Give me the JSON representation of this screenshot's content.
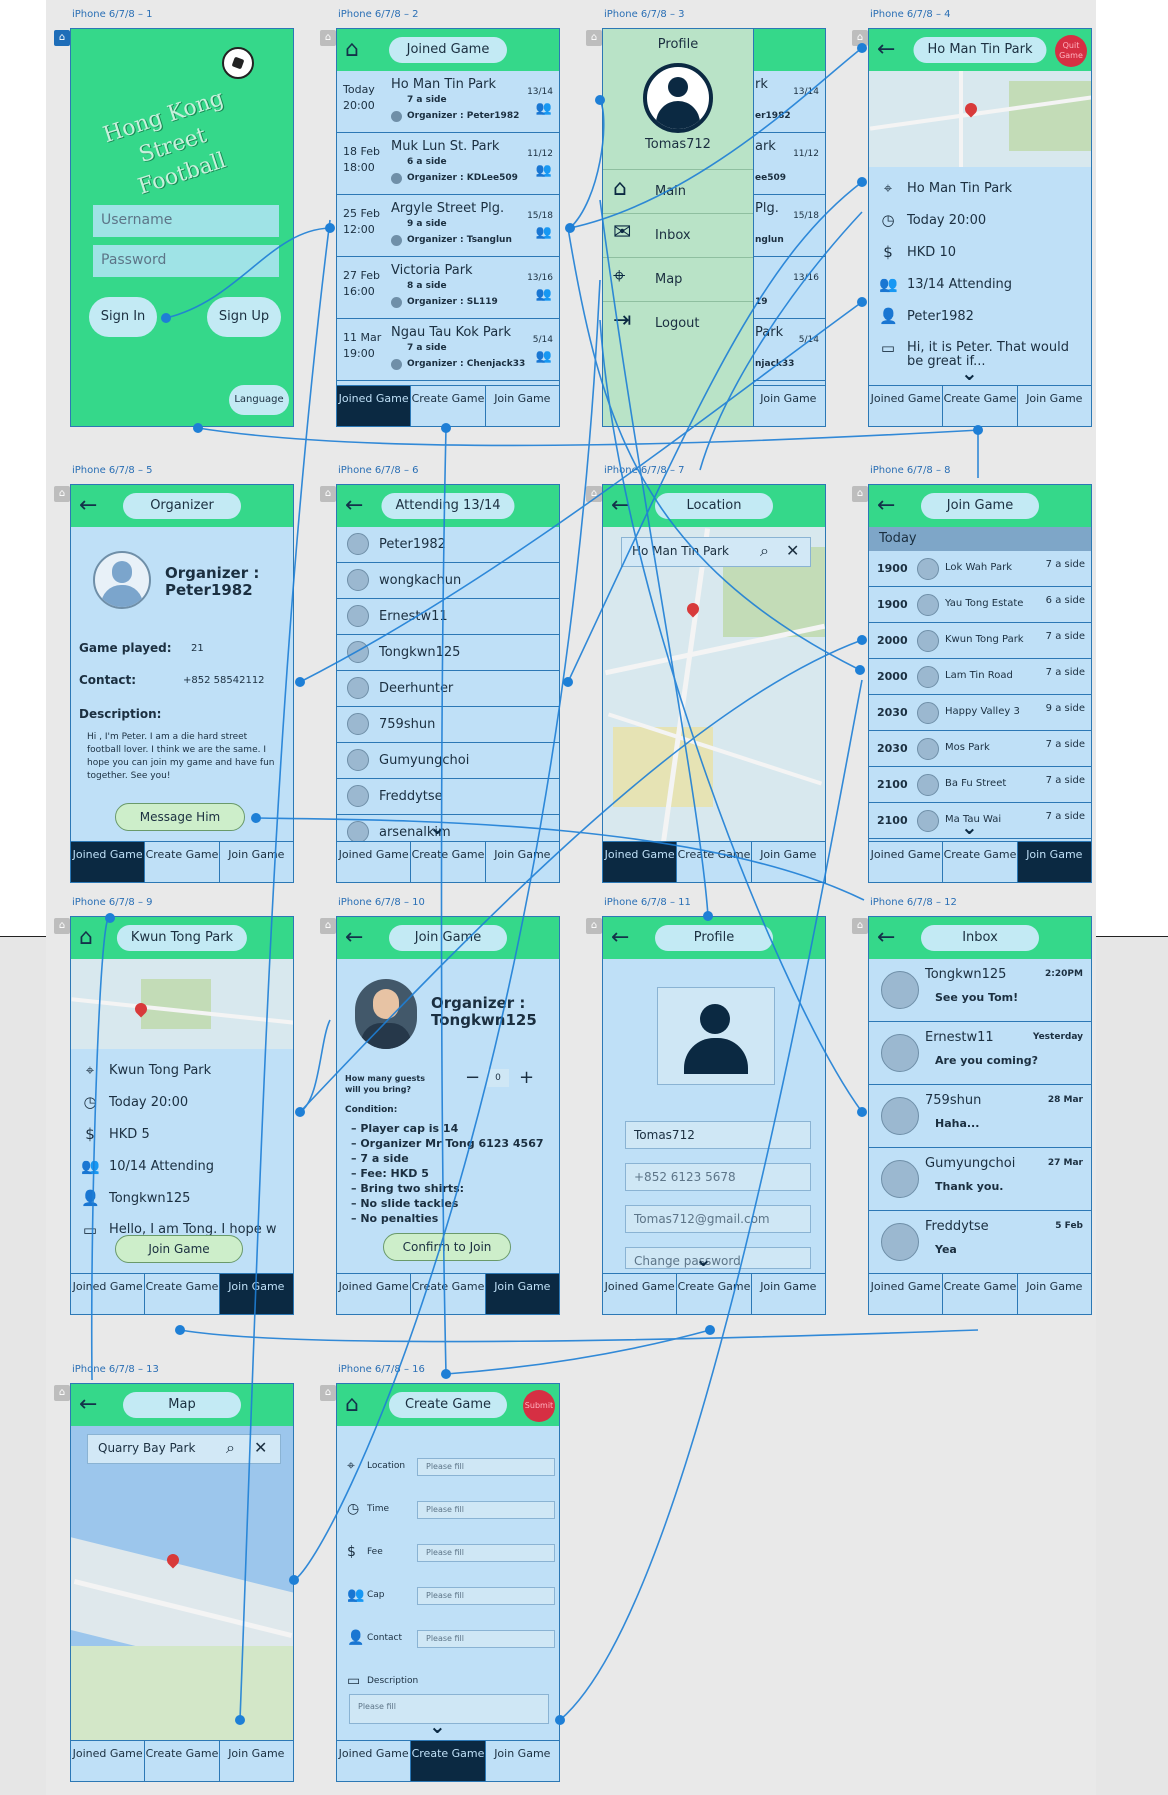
{
  "captions": [
    "iPhone 6/7/8 – 1",
    "iPhone 6/7/8 – 2",
    "iPhone 6/7/8 – 3",
    "iPhone 6/7/8 – 4",
    "iPhone 6/7/8 – 5",
    "iPhone 6/7/8 – 6",
    "iPhone 6/7/8 – 7",
    "iPhone 6/7/8 – 8",
    "iPhone 6/7/8 – 9",
    "iPhone 6/7/8 – 10",
    "iPhone 6/7/8 – 11",
    "iPhone 6/7/8 – 12",
    "iPhone 6/7/8 – 13",
    "iPhone 6/7/8 – 16"
  ],
  "tabs": {
    "joined": "Joined Game",
    "create": "Create Game",
    "join": "Join Game"
  },
  "login": {
    "title": "Hong Kong Street Football",
    "username": "Username",
    "password": "Password",
    "sign_in": "Sign In",
    "sign_up": "Sign Up",
    "language": "Language"
  },
  "joined": {
    "title": "Joined Game",
    "games": [
      {
        "date": "Today",
        "time": "20:00",
        "park": "Ho Man Tin Park",
        "side": "7 a side",
        "org": "Organizer : Peter1982",
        "count": "13/14"
      },
      {
        "date": "18 Feb",
        "time": "18:00",
        "park": "Muk Lun St. Park",
        "side": "6 a side",
        "org": "Organizer : KDLee509",
        "count": "11/12"
      },
      {
        "date": "25 Feb",
        "time": "12:00",
        "park": "Argyle Street Plg.",
        "side": "9 a side",
        "org": "Organizer : Tsanglun",
        "count": "15/18"
      },
      {
        "date": "27 Feb",
        "time": "16:00",
        "park": "Victoria Park",
        "side": "8 a side",
        "org": "Organizer : SL119",
        "count": "13/16"
      },
      {
        "date": "11 Mar",
        "time": "19:00",
        "park": "Ngau Tau Kok Park",
        "side": "7 a side",
        "org": "Organizer : Chenjack33",
        "count": "5/14"
      }
    ]
  },
  "menu": {
    "title": "Profile",
    "user": "Tomas712",
    "items": [
      "Main",
      "Inbox",
      "Map",
      "Logout"
    ],
    "behind": [
      {
        "park": "rk",
        "count": "13/14",
        "org": "er1982"
      },
      {
        "park": "ark",
        "count": "11/12",
        "org": "ee509"
      },
      {
        "park": "Plg.",
        "count": "15/18",
        "org": "nglun"
      },
      {
        "park": "",
        "count": "13/16",
        "org": "19"
      },
      {
        "park": "Park",
        "count": "5/14",
        "org": "njack33"
      }
    ]
  },
  "detail1": {
    "title": "Ho Man Tin Park",
    "quit": "Quit Game",
    "park": "Ho Man Tin Park",
    "time": "Today 20:00",
    "fee": "HKD 10",
    "attending": "13/14 Attending",
    "organizer": "Peter1982",
    "desc": "Hi, it is Peter. That would be great if..."
  },
  "organizer": {
    "title": "Organizer",
    "name": "Organizer : Peter1982",
    "played_label": "Game played:",
    "played": "21",
    "contact_label": "Contact:",
    "contact": "+852 58542112",
    "desc_label": "Description:",
    "desc": "Hi , I'm Peter. I am a die hard street football lover. I think we are the same. I hope you can join my game and have fun together. See you!",
    "message": "Message Him"
  },
  "attending": {
    "title": "Attending 13/14",
    "names": [
      "Peter1982",
      "wongkachun",
      "Ernestw11",
      "Tongkwn125",
      "Deerhunter",
      "759shun",
      "Gumyungchoi",
      "Freddytse",
      "arsenalkim"
    ]
  },
  "location": {
    "title": "Location",
    "search": "Ho Man Tin Park"
  },
  "joingame": {
    "title": "Join Game",
    "day": "Today",
    "games": [
      {
        "time": "1900",
        "park": "Lok Wah Park",
        "side": "7 a side"
      },
      {
        "time": "1900",
        "park": "Yau Tong Estate",
        "side": "6 a side"
      },
      {
        "time": "2000",
        "park": "Kwun Tong Park",
        "side": "7 a side"
      },
      {
        "time": "2000",
        "park": "Lam Tin Road",
        "side": "7 a side"
      },
      {
        "time": "2030",
        "park": "Happy Valley 3",
        "side": "9 a side"
      },
      {
        "time": "2030",
        "park": "Mos Park",
        "side": "7 a side"
      },
      {
        "time": "2100",
        "park": "Ba Fu Street",
        "side": "7 a side"
      },
      {
        "time": "2100",
        "park": "Ma Tau Wai",
        "side": "7 a side"
      }
    ]
  },
  "detail2": {
    "title": "Kwun Tong Park",
    "park": "Kwun Tong Park",
    "time": "Today 20:00",
    "fee": "HKD 5",
    "attending": "10/14 Attending",
    "organizer": "Tongkwn125",
    "desc": "Hello, I am Tong. I hope w",
    "join": "Join Game"
  },
  "confirm": {
    "title": "Join Game",
    "name": "Organizer : Tongkwn125",
    "guests": "How many guests will you bring?",
    "qty": "0",
    "cond_label": "Condition:",
    "conds": [
      "– Player cap is 14",
      "– Organizer Mr Tong 6123 4567",
      "– 7 a side",
      "– Fee: HKD 5",
      "– Bring two shirts:",
      "– No slide tackles",
      "– No penalties"
    ],
    "confirm": "Confirm to Join"
  },
  "profile": {
    "title": "Profile",
    "user": "Tomas712",
    "phone": "+852 6123 5678",
    "email": "Tomas712@gmail.com",
    "change": "Change password"
  },
  "inbox": {
    "title": "Inbox",
    "msgs": [
      {
        "name": "Tongkwn125",
        "time": "2:20PM",
        "text": "See you Tom!"
      },
      {
        "name": "Ernestw11",
        "time": "Yesterday",
        "text": "Are you coming?"
      },
      {
        "name": "759shun",
        "time": "28 Mar",
        "text": "Haha..."
      },
      {
        "name": "Gumyungchoi",
        "time": "27 Mar",
        "text": "Thank you."
      },
      {
        "name": "Freddytse",
        "time": "5 Feb",
        "text": "Yea"
      }
    ]
  },
  "mapscreen": {
    "title": "Map",
    "search": "Quarry Bay Park"
  },
  "create": {
    "title": "Create Game",
    "submit": "Submit",
    "fields": [
      "Location",
      "Time",
      "Fee",
      "Cap",
      "Contact",
      "Description"
    ],
    "placeholder": "Please fill"
  }
}
